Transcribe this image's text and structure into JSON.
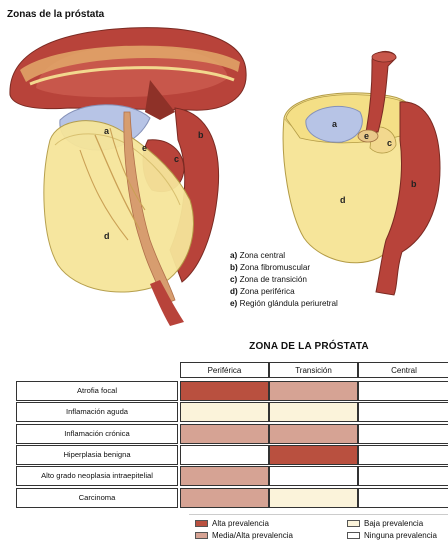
{
  "title": "Zonas de la próstata",
  "figure_labels": {
    "a": "a",
    "b": "b",
    "c": "c",
    "d": "d",
    "e": "e"
  },
  "legend": [
    {
      "letter": "a)",
      "text": "Zona central"
    },
    {
      "letter": "b)",
      "text": "Zona fibromuscular"
    },
    {
      "letter": "c)",
      "text": "Zona de transición"
    },
    {
      "letter": "d)",
      "text": "Zona periférica"
    },
    {
      "letter": "e)",
      "text": "Región glándula periuretral"
    }
  ],
  "table": {
    "title": "ZONA DE LA PRÓSTATA",
    "columns": [
      "Periférica",
      "Transición",
      "Central"
    ],
    "rows": [
      {
        "label": "Atrofia focal",
        "levels": [
          "alta",
          "media_alta",
          "ninguna"
        ]
      },
      {
        "label": "Inflamación aguda",
        "levels": [
          "baja",
          "baja",
          "ninguna"
        ]
      },
      {
        "label": "Inflamación crónica",
        "levels": [
          "media_alta",
          "media_alta",
          "ninguna"
        ]
      },
      {
        "label": "Hiperplasia benigna",
        "levels": [
          "ninguna",
          "alta",
          "ninguna"
        ]
      },
      {
        "label": "Alto grado neoplasia intraepitelial",
        "levels": [
          "media_alta",
          "ninguna",
          "ninguna"
        ]
      },
      {
        "label": "Carcinoma",
        "levels": [
          "media_alta",
          "baja",
          "ninguna"
        ]
      }
    ]
  },
  "key": [
    {
      "id": "alta",
      "label": "Alta prevalencia",
      "color": "#b9503f"
    },
    {
      "id": "media_alta",
      "label": "Media/Alta prevalencia",
      "color": "#d6a394"
    },
    {
      "id": "baja",
      "label": "Baja prevalencia",
      "color": "#fbf3da"
    },
    {
      "id": "ninguna",
      "label": "Ninguna prevalencia",
      "color": "#ffffff"
    }
  ]
}
